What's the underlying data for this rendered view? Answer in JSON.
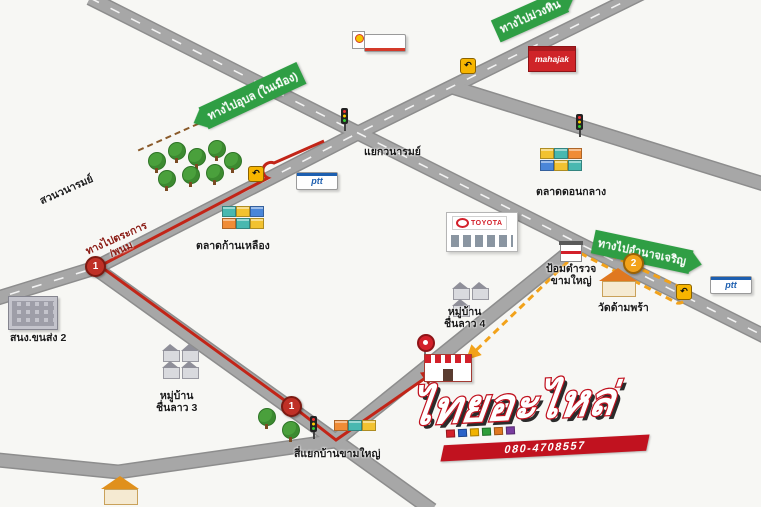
{
  "signs": {
    "to_muang_hin": "ทางไปม่วงหิน",
    "to_ubon": "ทางไปอุบล (ในเมือง)",
    "to_amnat_charoen": "ทางไปอำนาจเจริญ",
    "to_trakan_line1": "ทางไปตระการ",
    "to_trakan_line2": "/พนม"
  },
  "places": {
    "park": "สวนวนารมย์",
    "junction_wanarom": "แยกวนารมย์",
    "market_kan_lueang": "ตลาดก้านเหลือง",
    "market_don_klang": "ตลาดดอนกลาง",
    "toyota_sign": "TOYOTA",
    "police_box_line1": "ป้อมตำรวจ",
    "police_box_line2": "ขามใหญ่",
    "temple_dam_phra": "วัดด้ามพร้า",
    "village4_line1": "หมู่บ้าน",
    "village4_line2": "ชื่นลาว 4",
    "village3_line1": "หมู่บ้าน",
    "village3_line2": "ชื่นลาว 3",
    "transport_office": "สนง.ขนส่ง 2",
    "junction_kham_yai": "สี่แยกบ้านขามใหญ่",
    "ptt_logo": "ptt",
    "mahajak": "mahajak"
  },
  "waypoints": {
    "w1": "1",
    "w1b": "1",
    "w2": "2"
  },
  "brand": {
    "name": "ไทยอะไหล่",
    "phone": "080-4708557"
  },
  "icons": {
    "u_turn": "↶"
  },
  "colors": {
    "route_red": "#c22518",
    "route_yellow": "#f2a21a",
    "arrow_green": "#2f9e44",
    "road_gray": "#a7a7a7",
    "brand_red": "#c1121f"
  }
}
